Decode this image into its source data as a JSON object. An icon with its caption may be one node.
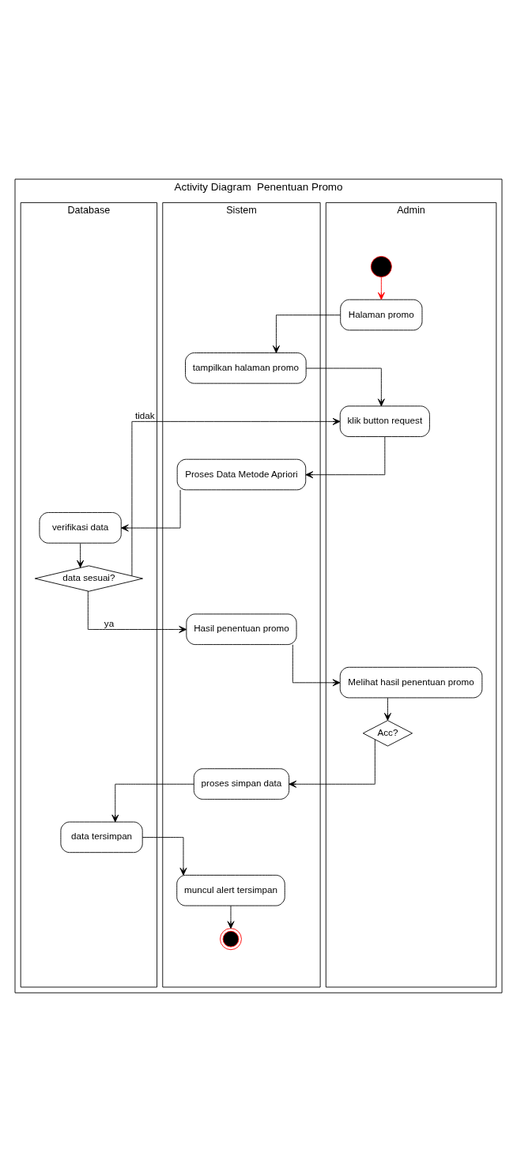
{
  "diagram": {
    "nodes": [
      {
        "text": [
          "Activity Diagram  Penentuan Promo"
        ]
      },
      {
        "text": [
          "Admin"
        ],
        "in": 0
      },
      {
        "text": [
          "Sistem"
        ],
        "in": 0
      },
      {
        "text": [
          "Database"
        ],
        "in": 0
      },
      {
        "text": [],
        "shape": "circle",
        "in": 1
      },
      {
        "text": [
          "Halaman promo"
        ],
        "in": 1
      },
      {
        "text": [
          "tampilkan halaman promo"
        ],
        "in": 2
      },
      {
        "text": [
          "klik button request"
        ],
        "in": 1
      },
      {
        "text": [
          "Proses Data Metode Apriori"
        ],
        "in": 2
      },
      {
        "text": [
          "verifikasi data"
        ],
        "in": 3
      },
      {
        "text": [
          "data sesuai?"
        ],
        "in": 3
      },
      {
        "text": [
          "Hasil penentuan promo"
        ],
        "in": 2
      },
      {
        "text": [
          "Melihat hasil penentuan promo"
        ],
        "in": 1
      },
      {
        "text": [
          "Acc?"
        ],
        "in": 1
      },
      {
        "text": [
          "proses simpan data"
        ],
        "in": 2
      },
      {
        "text": [
          "data tersimpan"
        ],
        "in": 3
      },
      {
        "text": [
          "muncul alert tersimpan"
        ],
        "in": 2
      },
      {
        "text": [],
        "shape": "circle",
        "in": 2
      }
    ],
    "edges": [
      {
        "from": 4,
        "to": 5,
        "arrow": "to",
        "color": "#ff0000"
      },
      {
        "from": 5,
        "to": 6,
        "arrow": "to"
      },
      {
        "from": 6,
        "to": 7,
        "arrow": "to"
      },
      {
        "from": 7,
        "to": 8,
        "arrow": "to"
      },
      {
        "from": 8,
        "to": 9,
        "arrow": "to"
      },
      {
        "from": 9,
        "to": 10,
        "arrow": "to"
      },
      {
        "from": 10,
        "to": 7,
        "arrow": "to",
        "label": "tidak"
      },
      {
        "from": 10,
        "to": 11,
        "arrow": "to",
        "label": "ya"
      },
      {
        "from": 11,
        "to": 12,
        "arrow": "to"
      },
      {
        "from": 12,
        "to": 13,
        "arrow": "to"
      },
      {
        "from": 13,
        "to": 14,
        "arrow": "to"
      },
      {
        "from": 14,
        "to": 15,
        "arrow": "to"
      },
      {
        "from": 15,
        "to": 16,
        "arrow": "to"
      },
      {
        "from": 16,
        "to": 17,
        "arrow": "to"
      }
    ]
  }
}
